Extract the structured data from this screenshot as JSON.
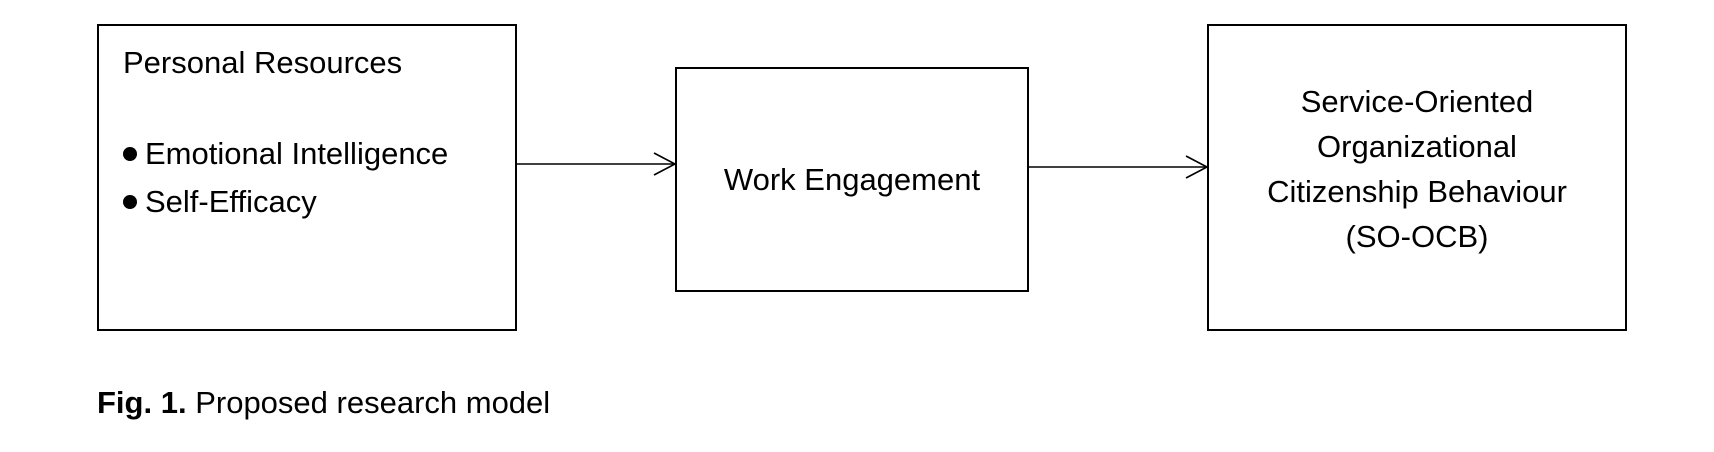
{
  "diagram": {
    "personal_resources": {
      "title": "Personal Resources",
      "items": [
        "Emotional Intelligence",
        "Self-Efficacy"
      ]
    },
    "work_engagement": {
      "title": "Work Engagement"
    },
    "so_ocb": {
      "lines": [
        "Service-Oriented",
        "Organizational",
        "Citizenship Behaviour",
        "(SO-OCB)"
      ]
    },
    "edges": [
      {
        "from": "personal_resources",
        "to": "work_engagement"
      },
      {
        "from": "work_engagement",
        "to": "so_ocb"
      }
    ]
  },
  "caption": {
    "label": "Fig. 1.",
    "text": "Proposed research model"
  }
}
